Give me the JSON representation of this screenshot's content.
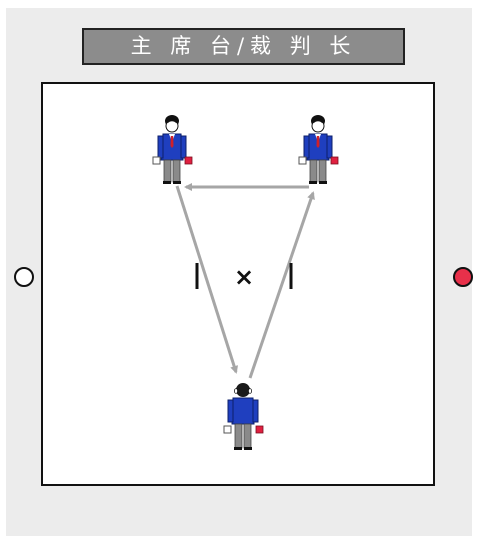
{
  "banner": {
    "label": "主 席 台/裁 判 长"
  },
  "court": {
    "center_mark": "×"
  },
  "colors": {
    "panel_background": "#ececec",
    "banner_background": "#8c8c8c",
    "movement_arrow": "#a6a6a6",
    "jacket": "#1f3fbf",
    "trousers": "#8a8a8a",
    "red_card": "#e02040",
    "red_marker": "#e8304a"
  },
  "figures": [
    {
      "id": "referee-top-left",
      "facing": "front"
    },
    {
      "id": "referee-top-right",
      "facing": "front"
    },
    {
      "id": "referee-bottom",
      "facing": "back"
    }
  ],
  "side_markers": [
    {
      "side": "left",
      "fill": "white"
    },
    {
      "side": "right",
      "fill": "red"
    }
  ]
}
